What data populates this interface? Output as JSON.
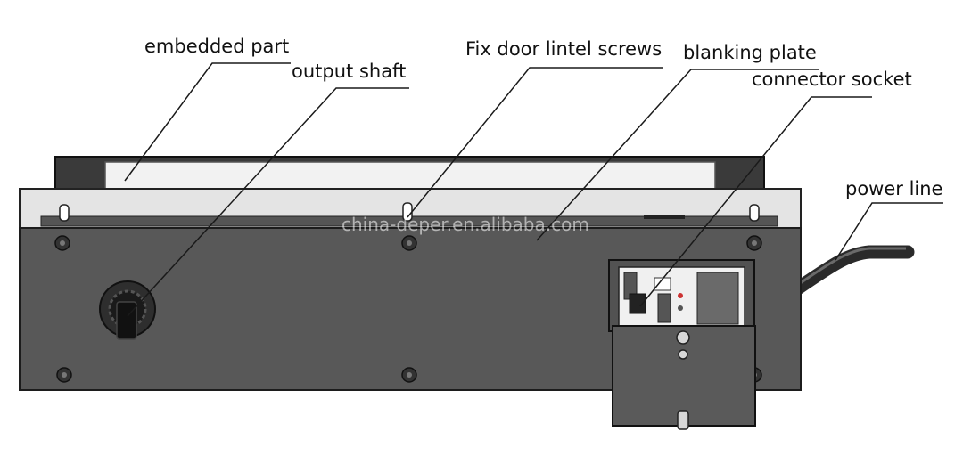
{
  "labels": {
    "embedded_part": "embedded part",
    "output_shaft": "output shaft",
    "fix_screws": "Fix door lintel screws",
    "blanking_plate": "blanking plate",
    "connector_socket": "connector socket",
    "power_line": "power line"
  },
  "watermark": "china-deper.en.alibaba.com",
  "colors": {
    "housing": "#5a5a5a",
    "housing_dark": "#2f2f2f",
    "top_plate": "#e6e6e6",
    "box": "#535353",
    "cable": "#2a2a2a",
    "leader": "#1a1a1a"
  }
}
